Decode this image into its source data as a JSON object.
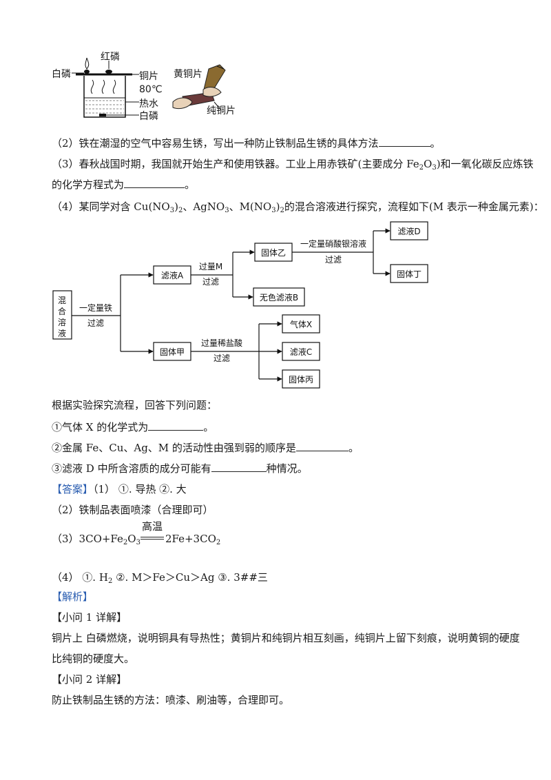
{
  "figure1": {
    "labels": {
      "red_p": "红磷",
      "white_p_left": "白磷",
      "copper": "铜片",
      "temp": "80℃",
      "water": "热水",
      "white_p_bottom": "白磷"
    }
  },
  "figure2": {
    "labels": {
      "brass": "黄铜片",
      "pure_copper": "纯铜片"
    }
  },
  "q2": {
    "text": "（2）铁在潮湿的空气中容易生锈，写出一种防止铁制品生锈的具体方法",
    "end": "。"
  },
  "q3": {
    "line1_a": "（3）春秋战国时期，我国就开始生产和使用铁器。工业上用赤铁矿(主要成分 Fe",
    "line1_sub2": "2",
    "line1_b": "O",
    "line1_sub3": "3",
    "line1_c": ")和一氧化碳反应炼铁",
    "line2": "的化学方程式为",
    "end": "。"
  },
  "q4": {
    "intro_a": "（4）某同学对含 Cu(NO",
    "intro_b": ")",
    "intro_c": "、AgNO",
    "intro_d": "、M(NO",
    "intro_e": ")",
    "intro_f": "的混合溶液进行探究，流程如下(M 表示一种金属元素)：",
    "sub2": "2",
    "sub3": "3"
  },
  "flow": {
    "start": [
      "混",
      "合",
      "溶",
      "液"
    ],
    "step1_top": "一定量铁",
    "step1_bottom": "过滤",
    "filtrate_a": "滤液A",
    "solid_jia": "固体甲",
    "step2_top": "过量M",
    "step2_bottom": "过滤",
    "solid_yi": "固体乙",
    "filtrate_b": "无色滤液B",
    "step3_top": "一定量硝酸银溶液",
    "step3_bottom": "过滤",
    "filtrate_d": "滤液D",
    "solid_ding": "固体丁",
    "step4_top": "过量稀盐酸",
    "step4_bottom": "过滤",
    "gas_x": "气体X",
    "filtrate_c": "滤液C",
    "solid_bing": "固体丙"
  },
  "questions": {
    "lead": "根据实验探究流程，回答下列问题：",
    "q_i": "①气体 X 的化学式为",
    "q_i_end": "。",
    "q_ii": "②金属 Fe、Cu、Ag、M 的活动性由强到弱的顺序是",
    "q_ii_end": "。",
    "q_iii": "③滤液 D 中所含溶质的成分可能有",
    "q_iii_end": "种情况。"
  },
  "answer": {
    "tag": "【答案】",
    "a1": "（1）    ①. 导热    ②. 大",
    "a2": "（2）铁制品表面喷漆（合理即可）",
    "a3_prefix": "（3）",
    "a3_left": "3CO+Fe",
    "a3_sub2": "2",
    "a3_o": "O",
    "a3_sub3": "3",
    "a3_cond": "高温",
    "a3_right": "2Fe+3CO",
    "a3_sub_co2": "2",
    "a4_prefix": "（4）    ①. H",
    "a4_sub": "2",
    "a4_rest": "    ②. M＞Fe＞Cu＞Ag    ③. 3##三"
  },
  "analysis": {
    "tag": "【解析】",
    "sub1_title": "【小问 1 详解】",
    "sub1_line1": "铜片上   白磷燃烧，说明铜具有导热性；黄铜片和纯铜片相互刻画，纯铜片上留下刻痕，说明黄铜的硬度",
    "sub1_line2": "比纯铜的硬度大。",
    "sub2_title": "【小问 2 详解】",
    "sub2_line1": "防止铁制品生锈的方法：喷漆、刷油等，合理即可。"
  }
}
